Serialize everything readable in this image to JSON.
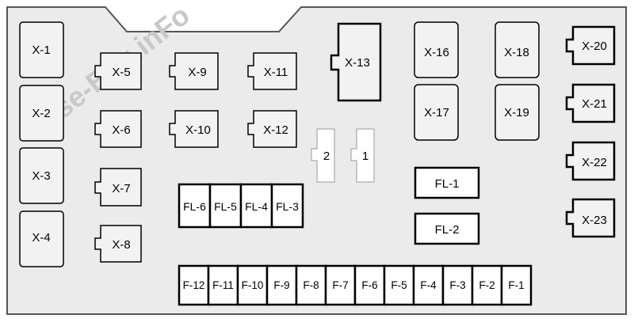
{
  "watermark": "Fuse-Box.inFo",
  "colors": {
    "panel_fill": "#ebebeb",
    "panel_stroke": "#555555",
    "relay_fill": "#f2f2f2",
    "fuse_fill": "#ffffff",
    "ink": "#000000",
    "watermark": "#c8c8c8"
  },
  "left_relays": [
    {
      "id": "x1",
      "label": "X-1"
    },
    {
      "id": "x2",
      "label": "X-2"
    },
    {
      "id": "x3",
      "label": "X-3"
    },
    {
      "id": "x4",
      "label": "X-4"
    }
  ],
  "notched_relays": [
    {
      "id": "x5",
      "label": "X-5"
    },
    {
      "id": "x6",
      "label": "X-6"
    },
    {
      "id": "x7",
      "label": "X-7"
    },
    {
      "id": "x8",
      "label": "X-8"
    },
    {
      "id": "x9",
      "label": "X-9"
    },
    {
      "id": "x10",
      "label": "X-10"
    },
    {
      "id": "x11",
      "label": "X-11"
    },
    {
      "id": "x12",
      "label": "X-12"
    },
    {
      "id": "x13",
      "label": "X-13"
    },
    {
      "id": "x20",
      "label": "X-20"
    },
    {
      "id": "x21",
      "label": "X-21"
    },
    {
      "id": "x22",
      "label": "X-22"
    },
    {
      "id": "x23",
      "label": "X-23"
    }
  ],
  "tall_relays": [
    {
      "id": "x16",
      "label": "X-16"
    },
    {
      "id": "x17",
      "label": "X-17"
    },
    {
      "id": "x18",
      "label": "X-18"
    },
    {
      "id": "x19",
      "label": "X-19"
    }
  ],
  "spare_slots": [
    {
      "id": "s2",
      "label": "2"
    },
    {
      "id": "s1",
      "label": "1"
    }
  ],
  "fusible_links_small": [
    "FL-6",
    "FL-5",
    "FL-4",
    "FL-3"
  ],
  "fusible_links_large": [
    {
      "id": "fl1",
      "label": "FL-1"
    },
    {
      "id": "fl2",
      "label": "FL-2"
    }
  ],
  "fuses": [
    "F-12",
    "F-11",
    "F-10",
    "F-9",
    "F-8",
    "F-7",
    "F-6",
    "F-5",
    "F-4",
    "F-3",
    "F-2",
    "F-1"
  ]
}
